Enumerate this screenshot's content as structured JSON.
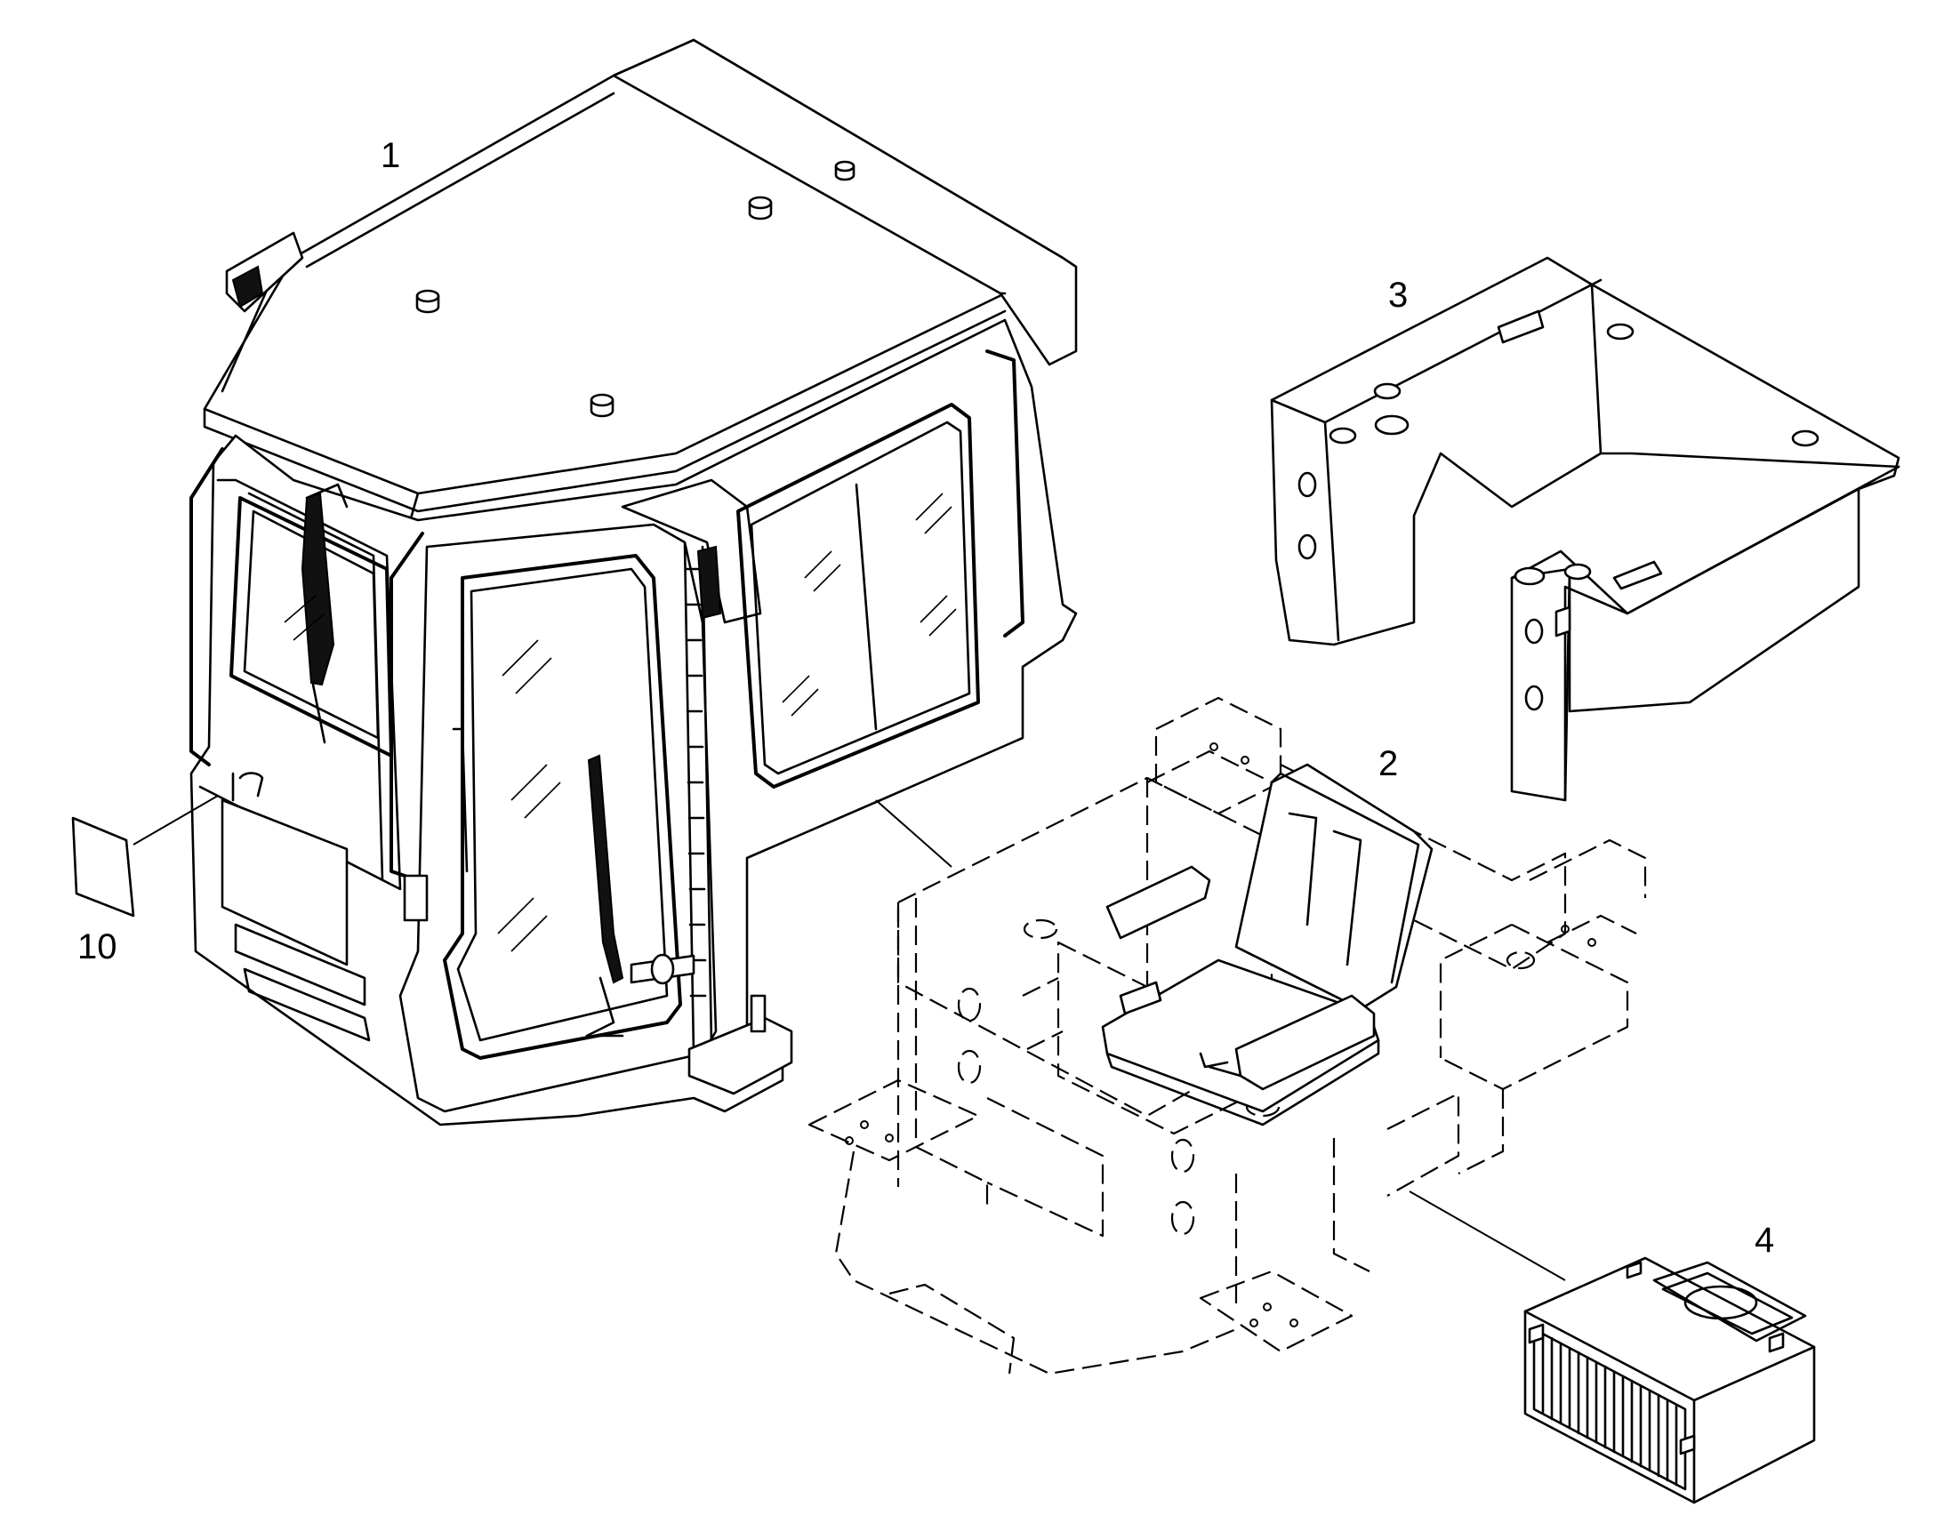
{
  "callouts": [
    {
      "id": "1",
      "text": "1"
    },
    {
      "id": "2",
      "text": "2"
    },
    {
      "id": "3",
      "text": "3"
    },
    {
      "id": "4",
      "text": "4"
    },
    {
      "id": "10",
      "text": "10"
    }
  ],
  "parts": [
    {
      "callout": "1",
      "name": "cab-assembly",
      "style": "solid"
    },
    {
      "callout": "2",
      "name": "seat-and-platform",
      "style": "dashed-platform"
    },
    {
      "callout": "3",
      "name": "console-panel",
      "style": "solid"
    },
    {
      "callout": "4",
      "name": "filter-box",
      "style": "solid"
    },
    {
      "callout": "10",
      "name": "decal-plate",
      "style": "solid"
    }
  ],
  "colors": {
    "line": "#000000",
    "background": "#ffffff"
  }
}
